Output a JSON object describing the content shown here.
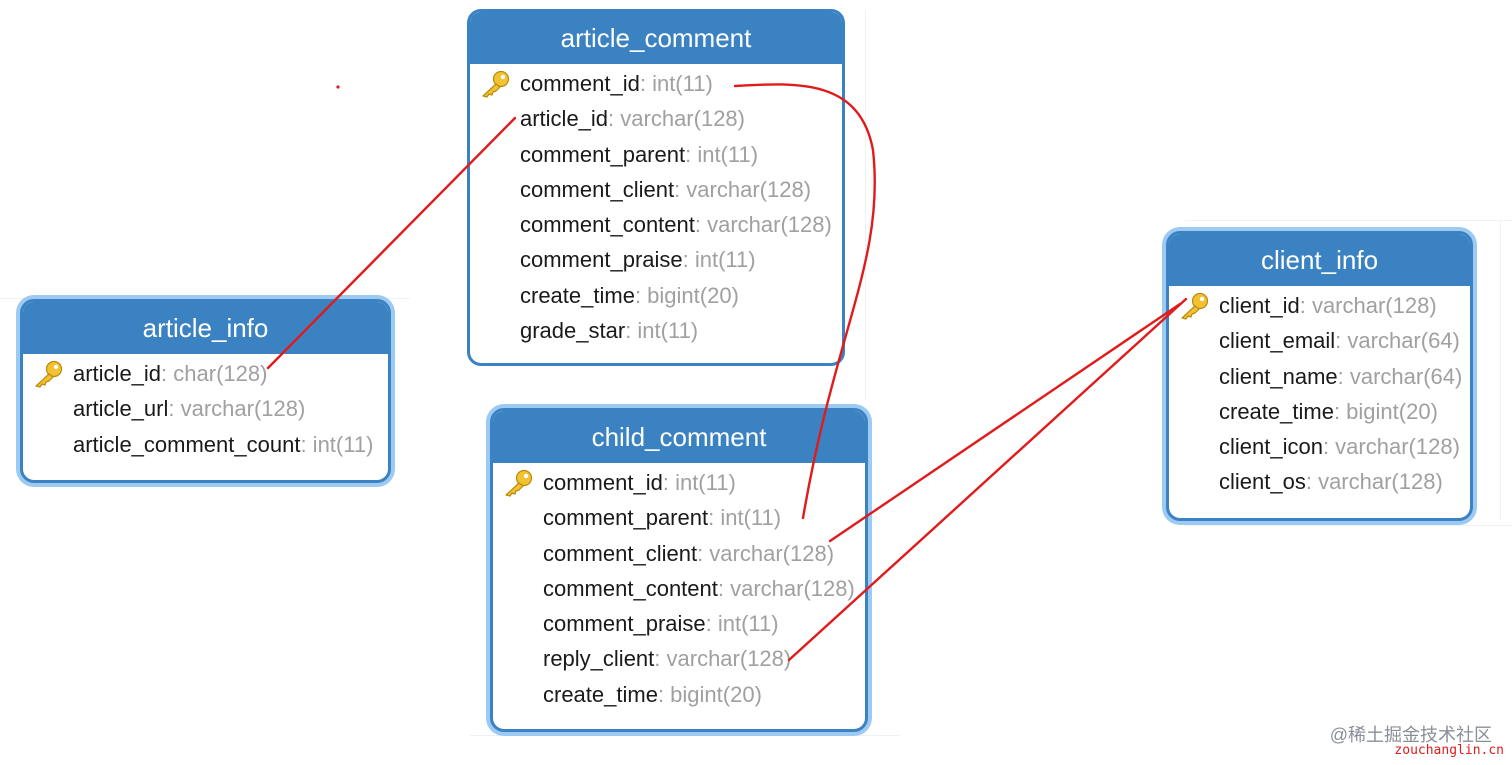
{
  "tables": {
    "article_comment": {
      "title": "article_comment",
      "fields": [
        {
          "name": "comment_id",
          "type": ": int(11)",
          "pk": true
        },
        {
          "name": "article_id",
          "type": ": varchar(128)",
          "pk": false
        },
        {
          "name": "comment_parent",
          "type": ": int(11)",
          "pk": false
        },
        {
          "name": "comment_client",
          "type": ": varchar(128)",
          "pk": false
        },
        {
          "name": "comment_content",
          "type": ": varchar(128)",
          "pk": false
        },
        {
          "name": "comment_praise",
          "type": ": int(11)",
          "pk": false
        },
        {
          "name": "create_time",
          "type": ": bigint(20)",
          "pk": false
        },
        {
          "name": "grade_star",
          "type": ": int(11)",
          "pk": false
        }
      ]
    },
    "article_info": {
      "title": "article_info",
      "fields": [
        {
          "name": "article_id",
          "type": ": char(128)",
          "pk": true
        },
        {
          "name": "article_url",
          "type": ": varchar(128)",
          "pk": false
        },
        {
          "name": "article_comment_count",
          "type": ": int(11)",
          "pk": false
        }
      ]
    },
    "child_comment": {
      "title": "child_comment",
      "fields": [
        {
          "name": "comment_id",
          "type": ": int(11)",
          "pk": true
        },
        {
          "name": "comment_parent",
          "type": ": int(11)",
          "pk": false
        },
        {
          "name": "comment_client",
          "type": ": varchar(128)",
          "pk": false
        },
        {
          "name": "comment_content",
          "type": ": varchar(128)",
          "pk": false
        },
        {
          "name": "comment_praise",
          "type": ": int(11)",
          "pk": false
        },
        {
          "name": "reply_client",
          "type": ": varchar(128)",
          "pk": false
        },
        {
          "name": "create_time",
          "type": ": bigint(20)",
          "pk": false
        }
      ]
    },
    "client_info": {
      "title": "client_info",
      "fields": [
        {
          "name": "client_id",
          "type": ": varchar(128)",
          "pk": true
        },
        {
          "name": "client_email",
          "type": ": varchar(64)",
          "pk": false
        },
        {
          "name": "client_name",
          "type": ": varchar(64)",
          "pk": false
        },
        {
          "name": "create_time",
          "type": ": bigint(20)",
          "pk": false
        },
        {
          "name": "client_icon",
          "type": ": varchar(128)",
          "pk": false
        },
        {
          "name": "client_os",
          "type": ": varchar(128)",
          "pk": false
        }
      ]
    }
  },
  "colors": {
    "header": "#3a82c2",
    "glow": "#9ccaf3",
    "relation_line": "#e11b1b",
    "type_text": "#a0a0a0",
    "key_icon": "#f2c230"
  },
  "icons": {
    "primary_key": "key-icon"
  },
  "watermark": {
    "platform": "@稀土掘金技术社区",
    "site": "zouchanglin.cn"
  }
}
